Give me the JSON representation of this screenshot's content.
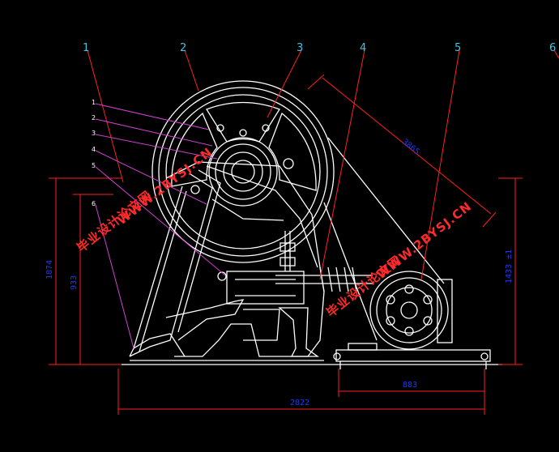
{
  "drawing": {
    "callouts": [
      "1",
      "2",
      "3",
      "4",
      "5",
      "6"
    ],
    "subcallouts": [
      "1",
      "2",
      "3",
      "4",
      "5",
      "6"
    ],
    "dimensions": {
      "overall_width": "2822",
      "motor_base": "883",
      "belt_length": "3865",
      "left_height_outer": "1874",
      "left_height_inner": "933",
      "right_height": "1433 ±1"
    },
    "watermarks": [
      "毕业设计论文网",
      "WWW.2BYSJ.CN",
      "WWW.2BYSJ.CN",
      "毕业设计论文网"
    ]
  },
  "colors": {
    "background": "#000000",
    "outline": "#ffffff",
    "leader": "#ff2020",
    "dimension": "#1a38ff",
    "callout": "#3ec7e0",
    "subleader": "#d040d0",
    "watermark": "#ff2a2a"
  }
}
